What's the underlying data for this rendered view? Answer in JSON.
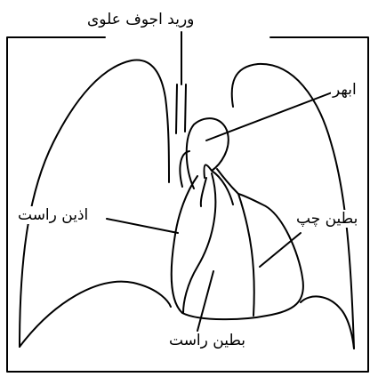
{
  "labels": {
    "superior_vena_cava": "ورید اجوف علوی",
    "aorta": "ابهر",
    "right_atrium": "اذین راست",
    "left_ventricle": "بطین چپ",
    "right_ventricle": "بطین راست"
  }
}
